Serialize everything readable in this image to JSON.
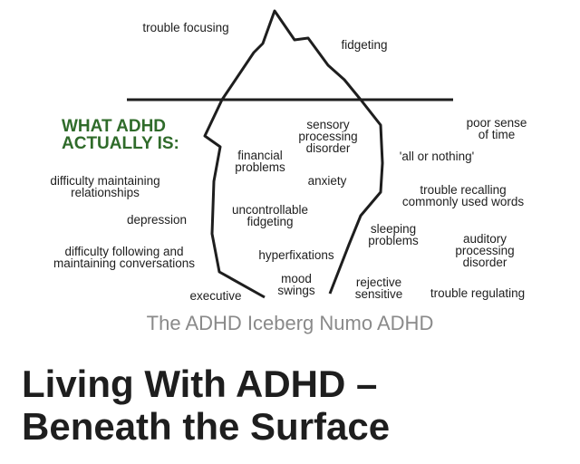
{
  "iceberg": {
    "headline": "WHAT ADHD\nACTUALLY IS:",
    "above_water": {
      "trouble_focusing": "trouble focusing",
      "fidgeting": "fidgeting"
    },
    "below_water": {
      "sensory_processing": "sensory\nprocessing\ndisorder",
      "financial_problems": "financial\nproblems",
      "anxiety": "anxiety",
      "uncontrollable_fidgeting": "uncontrollable\nfidgeting",
      "hyperfixations": "hyperfixations",
      "mood_swings": "mood\nswings",
      "poor_sense_of_time": "poor sense\nof time",
      "all_or_nothing": "'all or nothing'",
      "trouble_recalling": "trouble recalling\ncommonly used words",
      "sleeping_problems": "sleeping\nproblems",
      "auditory_processing": "auditory\nprocessing\ndisorder",
      "rejective_sensitive": "rejective\nsensitive",
      "trouble_regulating": "trouble regulating",
      "difficulty_relationships": "difficulty maintaining\nrelationships",
      "depression": "depression",
      "difficulty_conversations": "difficulty following and\nmaintaining conversations",
      "executive": "executive"
    }
  },
  "caption": "The ADHD Iceberg Numo ADHD",
  "title": {
    "line1": "Living With ADHD –",
    "line2": "Beneath the Surface"
  }
}
